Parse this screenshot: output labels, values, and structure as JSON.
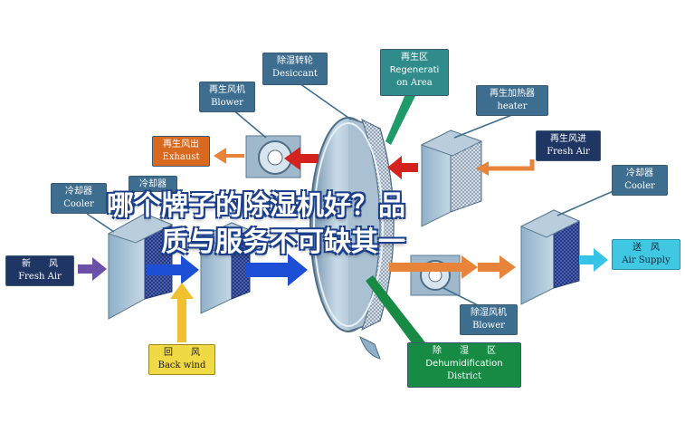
{
  "overlay": {
    "line1": "哪个牌子的除湿机好？品",
    "line2": "质与服务不可缺其一"
  },
  "labels": {
    "desiccant_wheel": {
      "cn": "除湿转轮",
      "en": "Desiccant"
    },
    "regen_area": {
      "cn": "再生区",
      "en1": "Regenerati",
      "en2": "on Area"
    },
    "regen_blower": {
      "cn": "再生风机",
      "en": "Blower"
    },
    "regen_heater": {
      "cn": "再生加热器",
      "en": "heater"
    },
    "regen_exhaust": {
      "cn": "再生风出",
      "en": "Exhaust"
    },
    "regen_fresh_air": {
      "cn": "再生风进",
      "en": "Fresh Air"
    },
    "cooler_left": {
      "cn": "冷却器",
      "en": "Cooler"
    },
    "cooler_mid": {
      "cn": "冷却器"
    },
    "cooler_right": {
      "cn": "冷却器",
      "en": "Cooler"
    },
    "fresh_air": {
      "cn": "新　　风",
      "en": "Fresh Air"
    },
    "air_supply": {
      "cn": "送　风",
      "en": "Air Supply"
    },
    "back_wind": {
      "cn": "回　　风",
      "en": "Back wind"
    },
    "dehum_blower": {
      "cn": "除湿风机",
      "en": "Blower"
    },
    "dehum_district": {
      "cn": "除　　湿　　区",
      "en1": "Dehumidification",
      "en2": "District"
    }
  },
  "colors": {
    "label_blue": "#3d6d8f",
    "label_green": "#178a44",
    "label_orange": "#d8691f",
    "label_yellow": "#efd944",
    "label_cyan": "#40c8e3",
    "label_navy": "#1f3563",
    "arrow_red": "#d4231f",
    "arrow_orange": "#e8843a",
    "arrow_blue": "#1d4fd6",
    "arrow_purple": "#6b4fa8",
    "arrow_yellow": "#f0c030",
    "arrow_cyan": "#36c4e6"
  }
}
